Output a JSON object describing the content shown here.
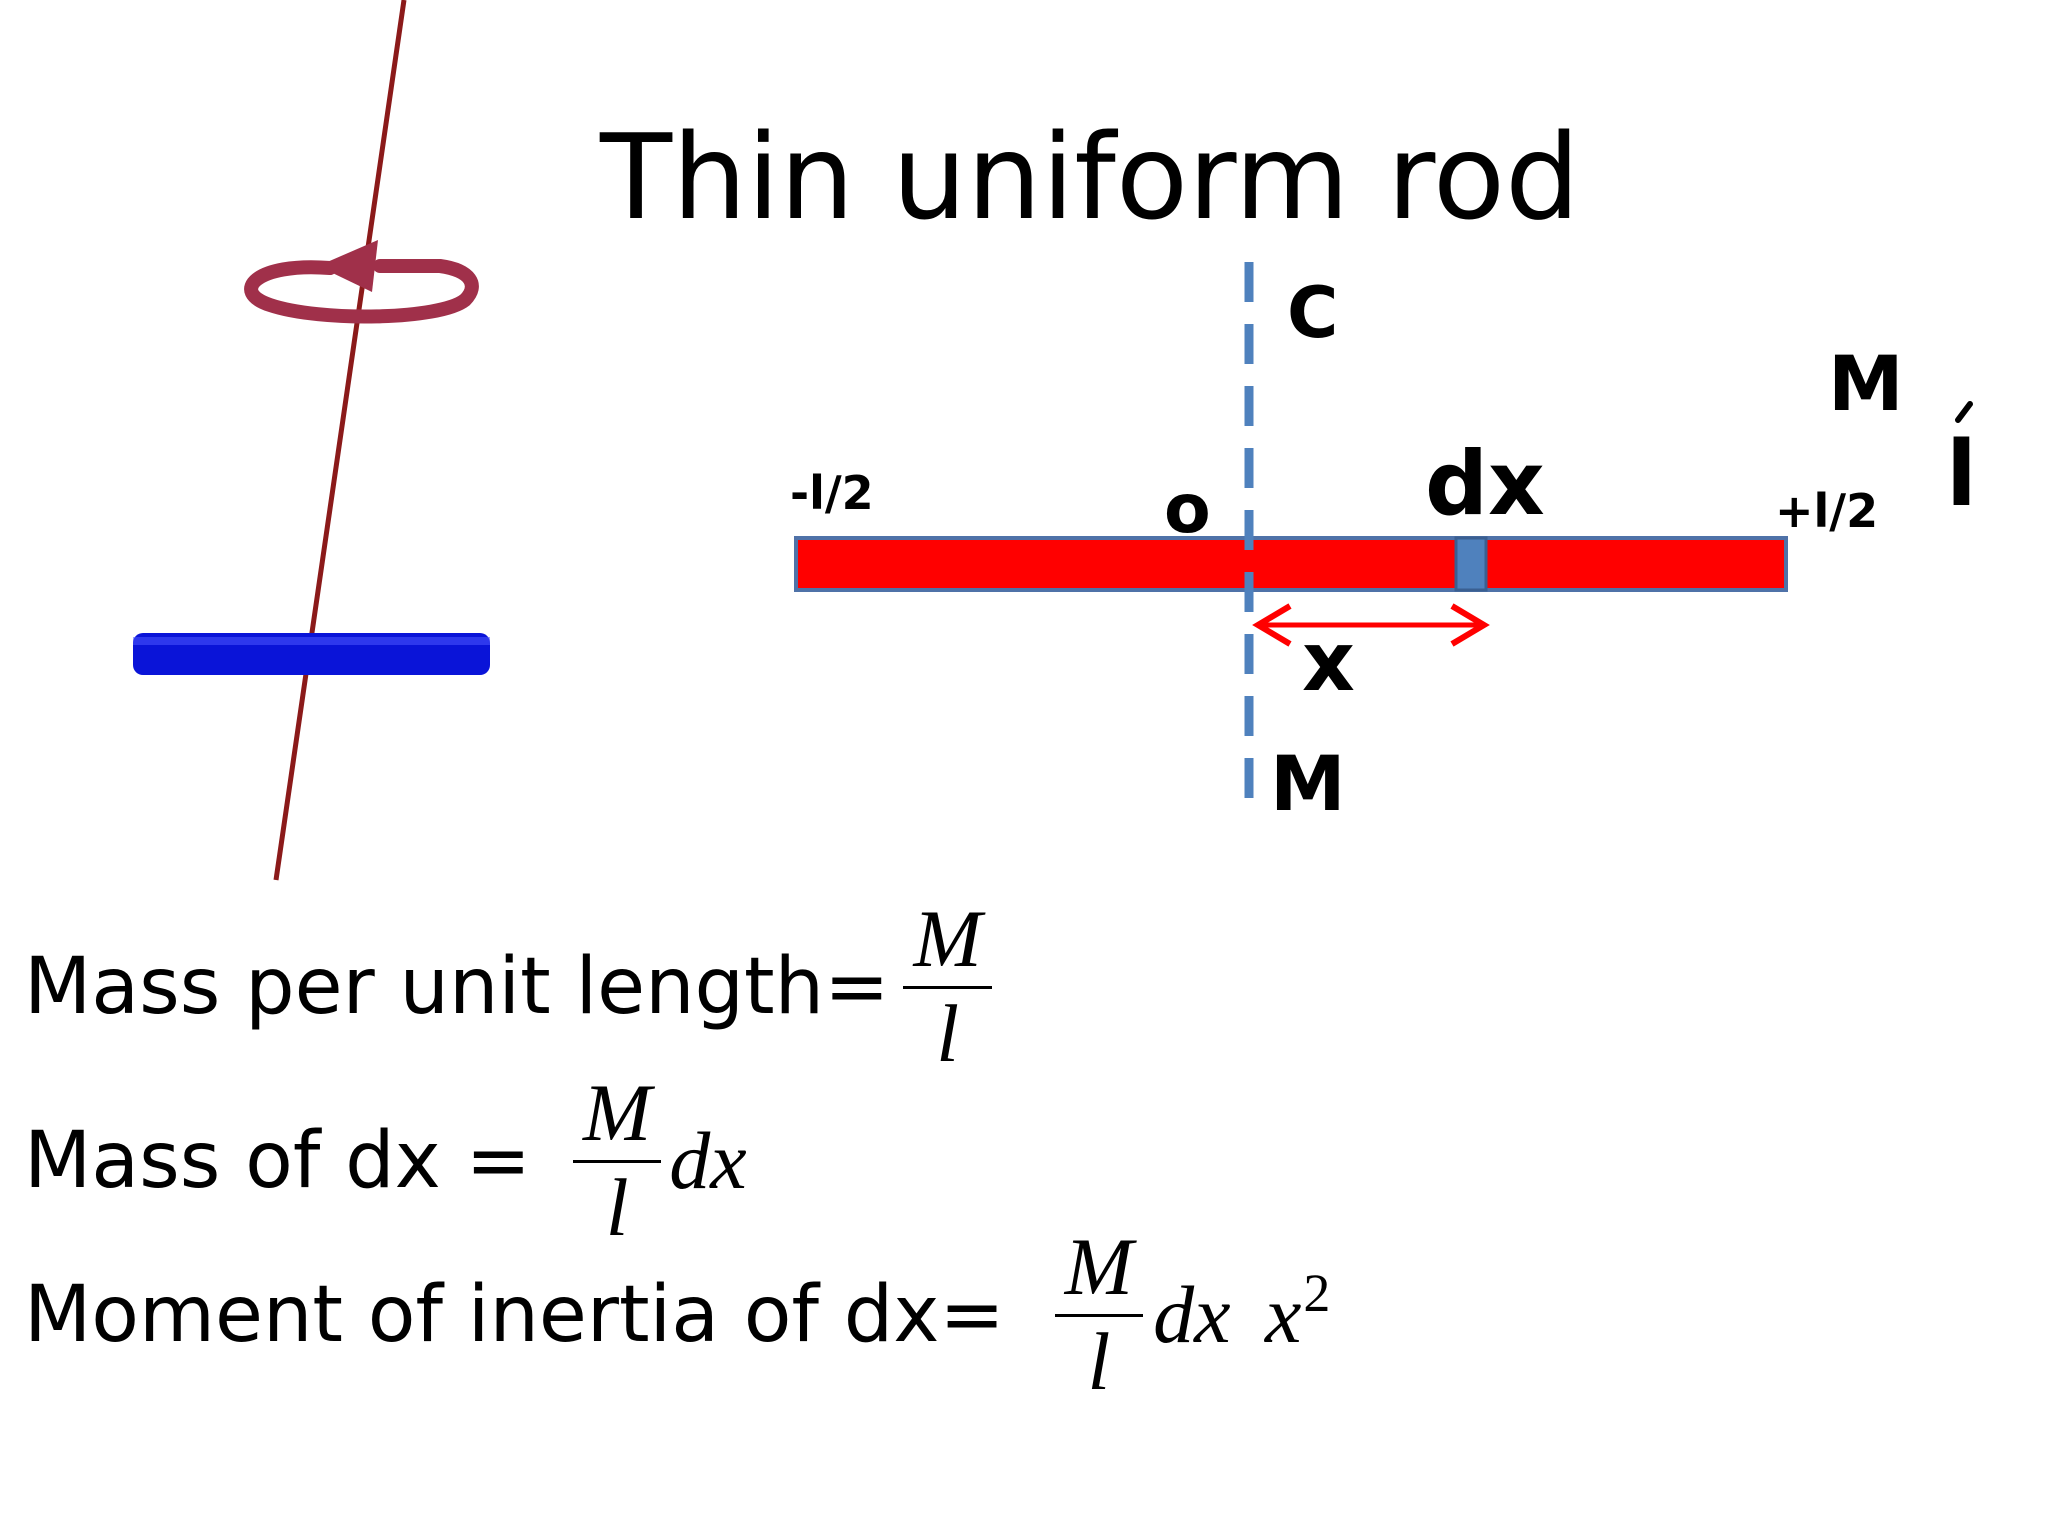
{
  "title": "Thin uniform rod",
  "colors": {
    "rod_fill": "#ff0000",
    "rod_border": "#4f72a8",
    "axis_dashed": "#4f81bd",
    "element_dx": "#4f81bd",
    "arrow": "#ff0000",
    "axis_line_3d": "#8b1a1a",
    "rotation_arrow": "#a0304a",
    "rod_3d": "#0a14d8"
  },
  "diagram": {
    "axis_top_label": "C",
    "axis_bottom_label": "M",
    "origin_label": "o",
    "left_end_label": "-l/2",
    "right_end_label": "+l/2",
    "element_label": "dx",
    "distance_label": "x",
    "mass_label": "M",
    "length_label": "l"
  },
  "equations": [
    {
      "text": "Mass  per unit length=",
      "numerator": "M",
      "denominator": "l",
      "suffix": ""
    },
    {
      "text": "Mass  of dx =",
      "numerator": "M",
      "denominator": "l",
      "suffix": "dx"
    },
    {
      "text": "Moment of inertia of dx=",
      "numerator": "M",
      "denominator": "l",
      "suffix": "dx x",
      "superscript": "2"
    }
  ]
}
